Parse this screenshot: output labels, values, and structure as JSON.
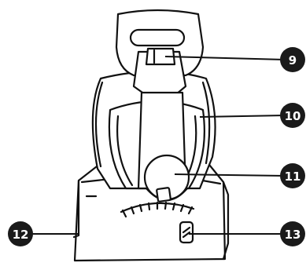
{
  "callouts": [
    {
      "id": "9",
      "label": "9"
    },
    {
      "id": "10",
      "label": "10"
    },
    {
      "id": "11",
      "label": "11"
    },
    {
      "id": "12",
      "label": "12"
    },
    {
      "id": "13",
      "label": "13"
    }
  ],
  "colors": {
    "line": "#111111",
    "badge": "#1a1a1a",
    "background": "#ffffff"
  }
}
